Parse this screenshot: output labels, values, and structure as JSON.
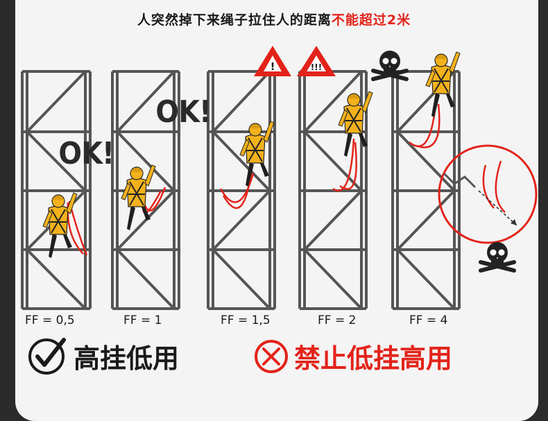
{
  "title": {
    "prefix": "人突然掉下来绳子拉住人的距离",
    "warning": "不能超过2米"
  },
  "fall_factors": [
    "FF = 0,5",
    "FF = 1",
    "FF = 1,5",
    "FF = 2",
    "FF = 4"
  ],
  "ok_labels": [
    "OK!",
    "OK!"
  ],
  "warning_signs": [
    "!",
    "!!!"
  ],
  "rules": {
    "good": "高挂低用",
    "bad": "禁止低挂高用"
  },
  "colors": {
    "warning_red": "#e3231a",
    "worker_yellow": "#f3b21c",
    "lanyard_red": "#e3231a",
    "frame_gray": "#555555"
  }
}
